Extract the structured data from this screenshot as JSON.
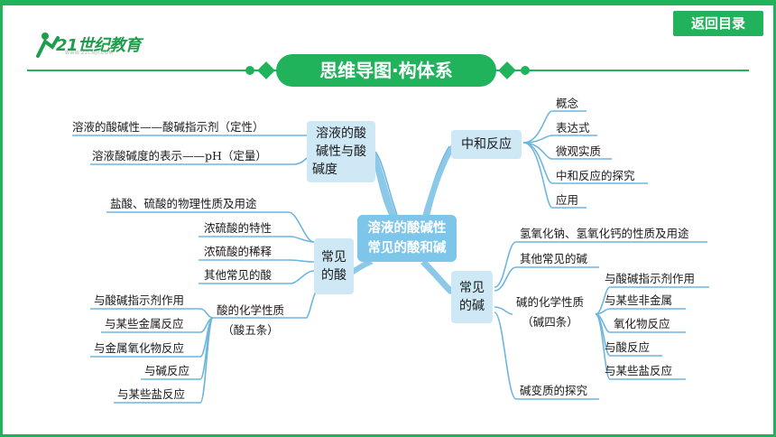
{
  "header": {
    "logo_text": "21世纪教育",
    "back_label": "返回目录",
    "title": "思维导图·构体系"
  },
  "center": {
    "line1": "溶液的酸碱性",
    "line2": "常见的酸和碱"
  },
  "topics": {
    "solution": {
      "line1": "溶液的酸",
      "line2": "碱性与酸",
      "line3": "碱度",
      "leaves": [
        "溶液的酸碱性——酸碱指示剂（定性）",
        "溶液酸碱度的表示——pH（定量）"
      ]
    },
    "neutral": {
      "label": "中和反应",
      "leaves": [
        "概念",
        "表达式",
        "微观实质",
        "中和反应的探究",
        "应用"
      ]
    },
    "acid": {
      "line1": "常见",
      "line2": "的酸",
      "leaves": [
        "盐酸、硫酸的物理性质及用途",
        "浓硫酸的特性",
        "浓硫酸的稀释",
        "其他常见的酸"
      ],
      "chem": {
        "line1": "酸的化学性质",
        "line2": "（酸五条）",
        "leaves": [
          "与酸碱指示剂作用",
          "与某些金属反应",
          "与金属氧化物反应",
          "与碱反应",
          "与某些盐反应"
        ]
      }
    },
    "base": {
      "line1": "常见",
      "line2": "的碱",
      "leaves": [
        "氢氧化钠、氢氧化钙的性质及用途",
        "其他常见的碱",
        "碱变质的探究"
      ],
      "chem": {
        "line1": "碱的化学性质",
        "line2": "（碱四条）",
        "leaves": [
          "与酸碱指示剂作用",
          "与某些非金属",
          "氧化物反应",
          "与酸反应",
          "与某些盐反应"
        ]
      }
    }
  },
  "colors": {
    "brand_green": "#21b35b",
    "node_fill": "#cfe8f6",
    "center_fill": "#7dc6ea",
    "line_blue": "#6fb6de"
  }
}
